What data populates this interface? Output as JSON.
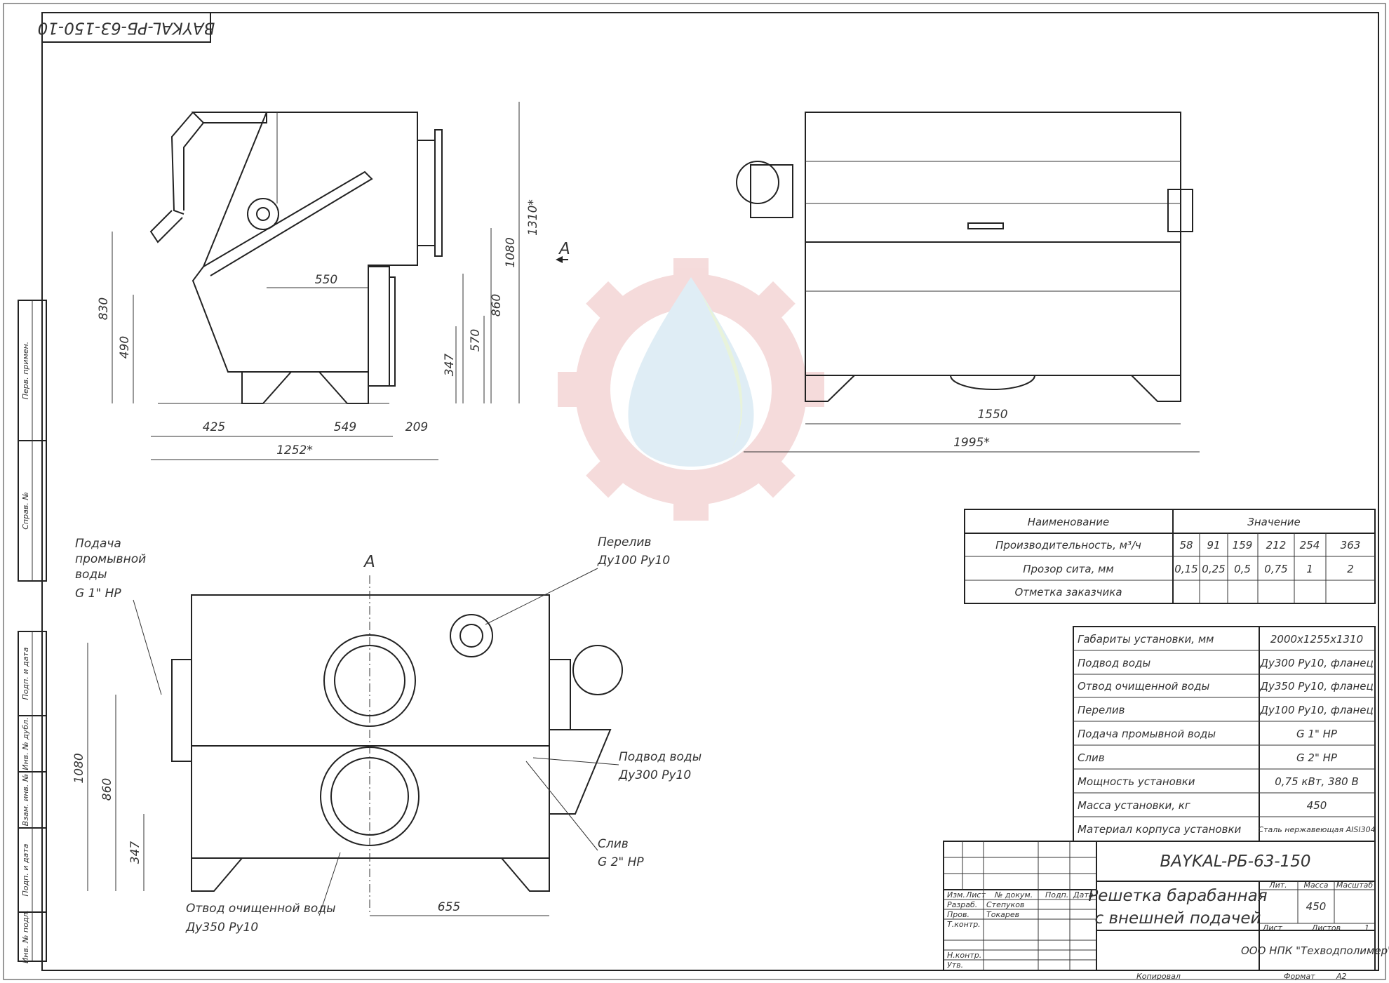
{
  "stamp": {
    "code_rotated": "BAYKAL-РБ-63-150-10"
  },
  "side_strip": [
    "Перв. примен.",
    "Справ. №",
    "Подп. и дата",
    "Инв. № дубл.",
    "Взам. инв. №",
    "Подп. и дата",
    "Инв. № подл."
  ],
  "view_marker": "A",
  "side_view_dims": {
    "h830": "830",
    "h490": "490",
    "w550": "550",
    "h1080": "1080",
    "h1310": "1310*",
    "h860": "860",
    "h570": "570",
    "h347": "347",
    "w425": "425",
    "w549": "549",
    "w209": "209",
    "w1252": "1252*"
  },
  "front_view_dims": {
    "w1550": "1550",
    "w1995": "1995*"
  },
  "view_a_dims": {
    "h1080": "1080",
    "h860": "860",
    "h347": "347",
    "w655": "655"
  },
  "callouts": {
    "wash_water": [
      "Подача",
      "промывной",
      "воды",
      "G 1\" НР"
    ],
    "overflow": [
      "Перелив",
      "Ду100 Ру10"
    ],
    "water_inlet": [
      "Подвод воды",
      "Ду300 Ру10"
    ],
    "drain": [
      "Слив",
      "G 2\" НР"
    ],
    "clean_water_outlet": [
      "Отвод очищенной воды",
      "Ду350 Ру10"
    ]
  },
  "perf_table": {
    "head_name": "Наименование",
    "head_value": "Значение",
    "rows": [
      {
        "name": "Производительность, м³/ч",
        "values": [
          "58",
          "91",
          "159",
          "212",
          "254",
          "363"
        ]
      },
      {
        "name": "Прозор сита, мм",
        "values": [
          "0,15",
          "0,25",
          "0,5",
          "0,75",
          "1",
          "2"
        ]
      },
      {
        "name": "Отметка заказчика",
        "values": [
          "",
          "",
          "",
          "",
          "",
          ""
        ]
      }
    ]
  },
  "spec_table": [
    {
      "name": "Габариты установки, мм",
      "value": "2000х1255х1310"
    },
    {
      "name": "Подвод воды",
      "value": "Ду300 Ру10, фланец"
    },
    {
      "name": "Отвод очищенной воды",
      "value": "Ду350 Ру10, фланец"
    },
    {
      "name": "Перелив",
      "value": "Ду100 Ру10, фланец"
    },
    {
      "name": "Подача промывной воды",
      "value": "G 1\" НР"
    },
    {
      "name": "Слив",
      "value": "G 2\" НР"
    },
    {
      "name": "Мощность установки",
      "value": "0,75 кВт, 380 В"
    },
    {
      "name": "Масса установки, кг",
      "value": "450"
    },
    {
      "name": "Материал корпуса установки",
      "value": "Сталь нержавеющая AISI304"
    }
  ],
  "title_block": {
    "designation": "BAYKAL-РБ-63-150",
    "name_line1": "Решетка барабанная",
    "name_line2": "с внешней подачей",
    "col_izm": "Изм.",
    "col_list": "Лист",
    "col_doc": "№ докум.",
    "col_sign": "Подп.",
    "col_date": "Дата",
    "role_dev": "Разраб.",
    "role_check": "Пров.",
    "role_tcontrol": "Т.контр.",
    "role_ncontrol": "Н.контр.",
    "role_approve": "Утв.",
    "person_dev": "Степуков",
    "person_check": "Токарев",
    "lit_label": "Лит.",
    "mass_label": "Масса",
    "scale_label": "Масштаб",
    "mass_value": "450",
    "sheet_label": "Лист",
    "sheets_label": "Листов",
    "sheets_value": "1",
    "company": "ООО НПК \"Техводполимер\""
  },
  "footer": {
    "copied": "Копировал",
    "format_label": "Формат",
    "format_value": "А2"
  },
  "colors": {
    "line": "#222222",
    "watermark_gear": "#f4d8d8",
    "watermark_drop": "#dcecf4"
  }
}
